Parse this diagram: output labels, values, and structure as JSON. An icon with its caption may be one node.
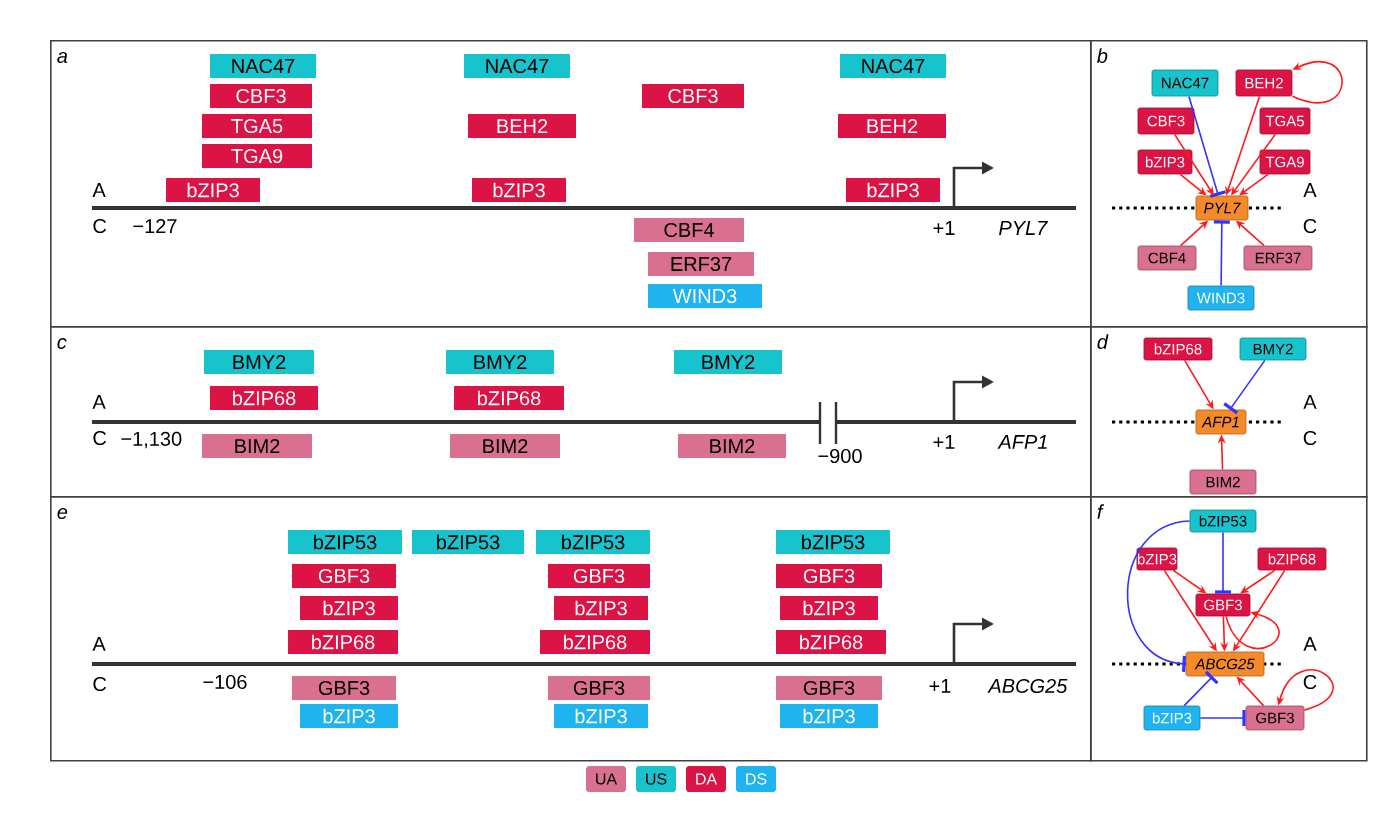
{
  "diagram": {
    "nodes": [
      {
        "text": [
          "a"
        ]
      },
      {
        "text": [
          "NAC47"
        ],
        "in": 0
      },
      {
        "text": [
          "NAC47"
        ],
        "in": 0
      },
      {
        "text": [
          "NAC47"
        ],
        "in": 0
      },
      {
        "text": [
          "CBF3"
        ],
        "in": 0
      },
      {
        "text": [
          "CBF3"
        ],
        "in": 0
      },
      {
        "text": [
          "TGA5"
        ],
        "in": 0
      },
      {
        "text": [
          "BEH2"
        ],
        "in": 0
      },
      {
        "text": [
          "BEH2"
        ],
        "in": 0
      },
      {
        "text": [
          "TGA9"
        ],
        "in": 0
      },
      {
        "text": [
          "bZIP3"
        ],
        "in": 0
      },
      {
        "text": [
          "bZIP3"
        ],
        "in": 0
      },
      {
        "text": [
          "bZIP3"
        ],
        "in": 0
      },
      {
        "text": [
          "CBF4"
        ],
        "in": 0
      },
      {
        "text": [
          "ERF37"
        ],
        "in": 0
      },
      {
        "text": [
          "WIND3"
        ],
        "in": 0
      },
      {
        "text": [
          "b"
        ]
      },
      {
        "text": [
          "NAC47"
        ],
        "in": 16
      },
      {
        "text": [
          "BEH2"
        ],
        "in": 16
      },
      {
        "text": [
          "CBF3"
        ],
        "in": 16
      },
      {
        "text": [
          "TGA5"
        ],
        "in": 16
      },
      {
        "text": [
          "bZIP3"
        ],
        "in": 16
      },
      {
        "text": [
          "TGA9"
        ],
        "in": 16
      },
      {
        "text": [
          "PYL7"
        ],
        "in": 16
      },
      {
        "text": [
          "CBF4"
        ],
        "in": 16
      },
      {
        "text": [
          "ERF37"
        ],
        "in": 16
      },
      {
        "text": [
          "WIND3"
        ],
        "in": 16
      },
      {
        "text": [
          "c"
        ]
      },
      {
        "text": [
          "BMY2"
        ],
        "in": 27
      },
      {
        "text": [
          "BMY2"
        ],
        "in": 27
      },
      {
        "text": [
          "BMY2"
        ],
        "in": 27
      },
      {
        "text": [
          "bZIP68"
        ],
        "in": 27
      },
      {
        "text": [
          "bZIP68"
        ],
        "in": 27
      },
      {
        "text": [
          "BIM2"
        ],
        "in": 27
      },
      {
        "text": [
          "BIM2"
        ],
        "in": 27
      },
      {
        "text": [
          "BIM2"
        ],
        "in": 27
      },
      {
        "text": [
          "d"
        ]
      },
      {
        "text": [
          "bZIP68"
        ],
        "in": 36
      },
      {
        "text": [
          "BMY2"
        ],
        "in": 36
      },
      {
        "text": [
          "AFP1"
        ],
        "in": 36
      },
      {
        "text": [
          "BIM2"
        ],
        "in": 36
      },
      {
        "text": [
          "e"
        ]
      },
      {
        "text": [
          "bZIP53"
        ],
        "in": 41
      },
      {
        "text": [
          "bZIP53"
        ],
        "in": 41
      },
      {
        "text": [
          "bZIP53"
        ],
        "in": 41
      },
      {
        "text": [
          "bZIP53"
        ],
        "in": 41
      },
      {
        "text": [
          "GBF3"
        ],
        "in": 41
      },
      {
        "text": [
          "GBF3"
        ],
        "in": 41
      },
      {
        "text": [
          "GBF3"
        ],
        "in": 41
      },
      {
        "text": [
          "bZIP3"
        ],
        "in": 41
      },
      {
        "text": [
          "bZIP3"
        ],
        "in": 41
      },
      {
        "text": [
          "bZIP3"
        ],
        "in": 41
      },
      {
        "text": [
          "bZIP68"
        ],
        "in": 41
      },
      {
        "text": [
          "bZIP68"
        ],
        "in": 41
      },
      {
        "text": [
          "bZIP68"
        ],
        "in": 41
      },
      {
        "text": [
          "GBF3"
        ],
        "in": 41
      },
      {
        "text": [
          "GBF3"
        ],
        "in": 41
      },
      {
        "text": [
          "GBF3"
        ],
        "in": 41
      },
      {
        "text": [
          "bZIP3"
        ],
        "in": 41
      },
      {
        "text": [
          "bZIP3"
        ],
        "in": 41
      },
      {
        "text": [
          "bZIP3"
        ],
        "in": 41
      },
      {
        "text": [
          "f"
        ]
      },
      {
        "text": [
          "bZIP53"
        ],
        "in": 61
      },
      {
        "text": [
          "bZIP3"
        ],
        "in": 61
      },
      {
        "text": [
          "bZIP68"
        ],
        "in": 61
      },
      {
        "text": [
          "GBF3"
        ],
        "in": 61
      },
      {
        "text": [
          "ABCG25"
        ],
        "in": 61
      },
      {
        "text": [
          "bZIP3"
        ],
        "in": 61
      },
      {
        "text": [
          "GBF3"
        ],
        "in": 61
      }
    ],
    "edges": [
      {
        "from": 17,
        "to": 23,
        "arrow": "other",
        "color": "#3333ff"
      },
      {
        "from": 18,
        "to": 23,
        "arrow": "to"
      },
      {
        "from": 18,
        "to": 18,
        "arrow": "to"
      },
      {
        "from": 19,
        "to": 23,
        "arrow": "to"
      },
      {
        "from": 20,
        "to": 23,
        "arrow": "to"
      },
      {
        "from": 21,
        "to": 23,
        "arrow": "to"
      },
      {
        "from": 22,
        "to": 23,
        "arrow": "to"
      },
      {
        "from": 24,
        "to": 23,
        "arrow": "to"
      },
      {
        "from": 25,
        "to": 23,
        "arrow": "to"
      },
      {
        "from": 26,
        "to": 23,
        "arrow": "other",
        "color": "#3333ff"
      },
      {
        "from": 37,
        "to": 39,
        "arrow": "to"
      },
      {
        "from": 38,
        "to": 39,
        "arrow": "other",
        "color": "#3333ff"
      },
      {
        "from": 40,
        "to": 39,
        "arrow": "to"
      },
      {
        "from": 62,
        "to": 65,
        "arrow": "other",
        "color": "#3333ff"
      },
      {
        "from": 62,
        "to": 66,
        "arrow": "other",
        "color": "#3333ff"
      },
      {
        "from": 63,
        "to": 65,
        "arrow": "to"
      },
      {
        "from": 63,
        "to": 66,
        "arrow": "to"
      },
      {
        "from": 64,
        "to": 65,
        "arrow": "to"
      },
      {
        "from": 64,
        "to": 66,
        "arrow": "to"
      },
      {
        "from": 65,
        "to": 65,
        "arrow": "to"
      },
      {
        "from": 65,
        "to": 66,
        "arrow": "to"
      },
      {
        "from": 67,
        "to": 66,
        "arrow": "other",
        "color": "#3333ff"
      },
      {
        "from": 67,
        "to": 68,
        "arrow": "other",
        "color": "#3333ff"
      },
      {
        "from": 68,
        "to": 66,
        "arrow": "to"
      },
      {
        "from": 68,
        "to": 68,
        "arrow": "to"
      }
    ],
    "labels": [
      "A",
      "C",
      "−127",
      "+1",
      "PYL7",
      "A",
      "C",
      "A",
      "C",
      "−1,130",
      "−900",
      "+1",
      "AFP1",
      "A",
      "C",
      "A",
      "C",
      "−106",
      "+1",
      "ABCG25",
      "A",
      "C"
    ],
    "legend": [
      {
        "text": "UA",
        "color": "#d9708f"
      },
      {
        "text": "US",
        "color": "#17c3cc"
      },
      {
        "text": "DA",
        "color": "#dc1446"
      },
      {
        "text": "DS",
        "color": "#1fb4ef"
      }
    ]
  }
}
